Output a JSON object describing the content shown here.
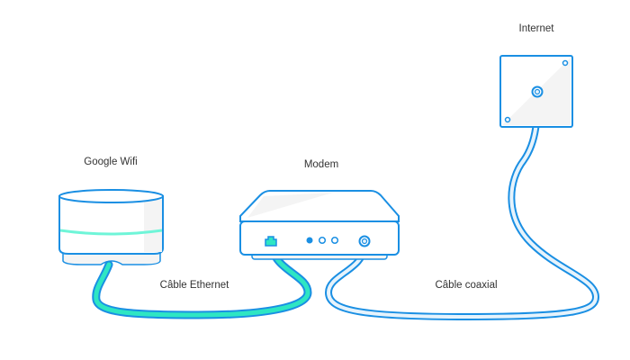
{
  "labels": {
    "internet": "Internet",
    "wifi": "Google Wifi",
    "modem": "Modem",
    "ethernet": "Câble Ethernet",
    "coax": "Câble coaxial"
  },
  "colors": {
    "outline": "#1a8fe3",
    "ethernet_cable": "#2ee6c3",
    "coax_cable": "#e6f3fc",
    "wifi_light": "#6ff5d8",
    "fill": "#ffffff",
    "shade": "#f4f4f4"
  },
  "icons": [
    "wall-socket-icon",
    "modem-icon",
    "google-wifi-router-icon",
    "ethernet-cable-icon",
    "coaxial-cable-icon"
  ]
}
